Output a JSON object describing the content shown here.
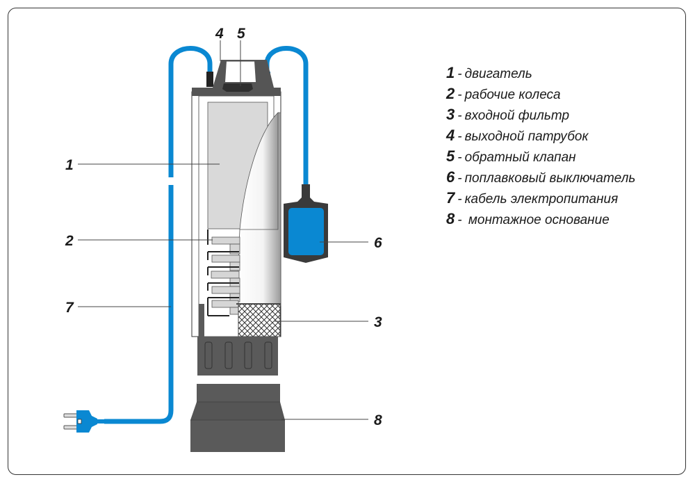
{
  "colors": {
    "cable": "#0a88d2",
    "dark_plastic": "#5a5a5a",
    "motor": "#d9d9d9",
    "float_body": "#0a88d2",
    "outline": "#333333"
  },
  "callouts": [
    {
      "num": "1",
      "part": "motor"
    },
    {
      "num": "2",
      "part": "impellers"
    },
    {
      "num": "3",
      "part": "inlet-filter"
    },
    {
      "num": "4",
      "part": "outlet-nozzle"
    },
    {
      "num": "5",
      "part": "check-valve"
    },
    {
      "num": "6",
      "part": "float-switch"
    },
    {
      "num": "7",
      "part": "power-cable"
    },
    {
      "num": "8",
      "part": "mounting-base"
    }
  ],
  "legend": [
    {
      "num": "1",
      "sep": "-",
      "label": "двигатель"
    },
    {
      "num": "2",
      "sep": "-",
      "label": "рабочие колеса"
    },
    {
      "num": "3",
      "sep": "-",
      "label": "входной фильтр"
    },
    {
      "num": "4",
      "sep": "-",
      "label": "выходной патрубок"
    },
    {
      "num": "5",
      "sep": "-",
      "label": "обратный клапан"
    },
    {
      "num": "6",
      "sep": "-",
      "label": "поплавковый выключатель"
    },
    {
      "num": "7",
      "sep": "-",
      "label": "кабель электропитания"
    },
    {
      "num": "8",
      "sep": "-",
      "label": " монтажное основание"
    }
  ]
}
